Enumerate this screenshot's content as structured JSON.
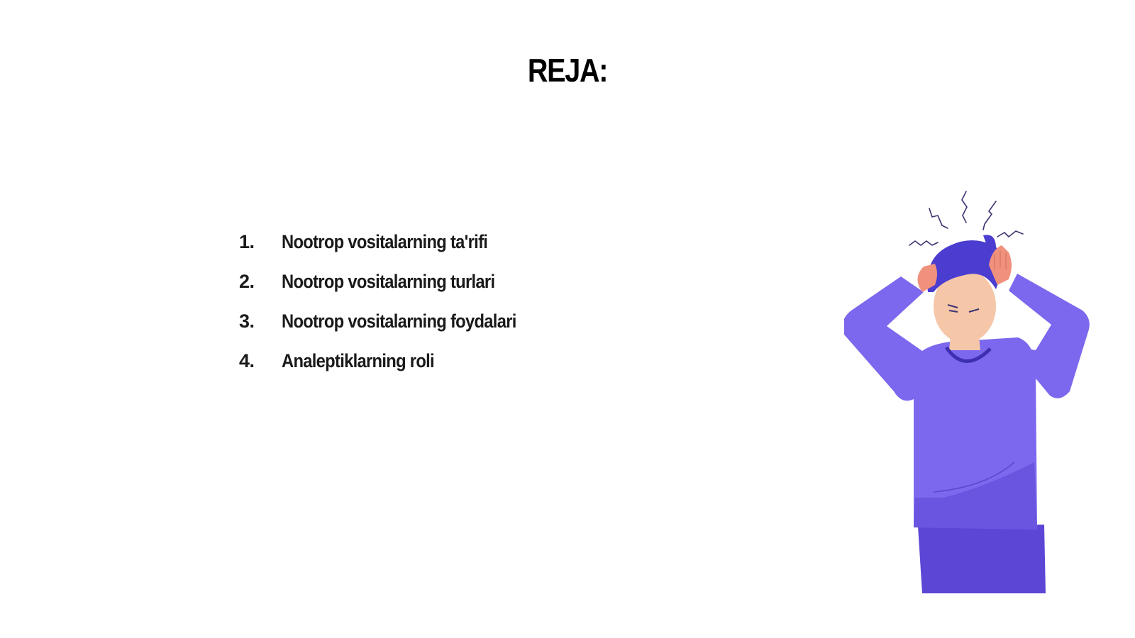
{
  "slide": {
    "title": "REJA:",
    "items": [
      {
        "number": "1.",
        "text": "Nootrop vositalarning ta'rifi"
      },
      {
        "number": "2.",
        "text": "Nootrop vositalarning turlari"
      },
      {
        "number": "3.",
        "text": "Nootrop vositalarning foydalari"
      },
      {
        "number": "4.",
        "text": "Analeptiklarning roli"
      }
    ]
  },
  "illustration": {
    "subject": "stressed-person-holding-head-icon",
    "colors": {
      "shirt": "#7B68EE",
      "shirt_shadow": "#6A55E0",
      "pants": "#5B46D6",
      "hair": "#4B3DD0",
      "skin": "#F5C6A8",
      "hands": "#F0917E",
      "stress_lines": "#3A3470"
    }
  }
}
